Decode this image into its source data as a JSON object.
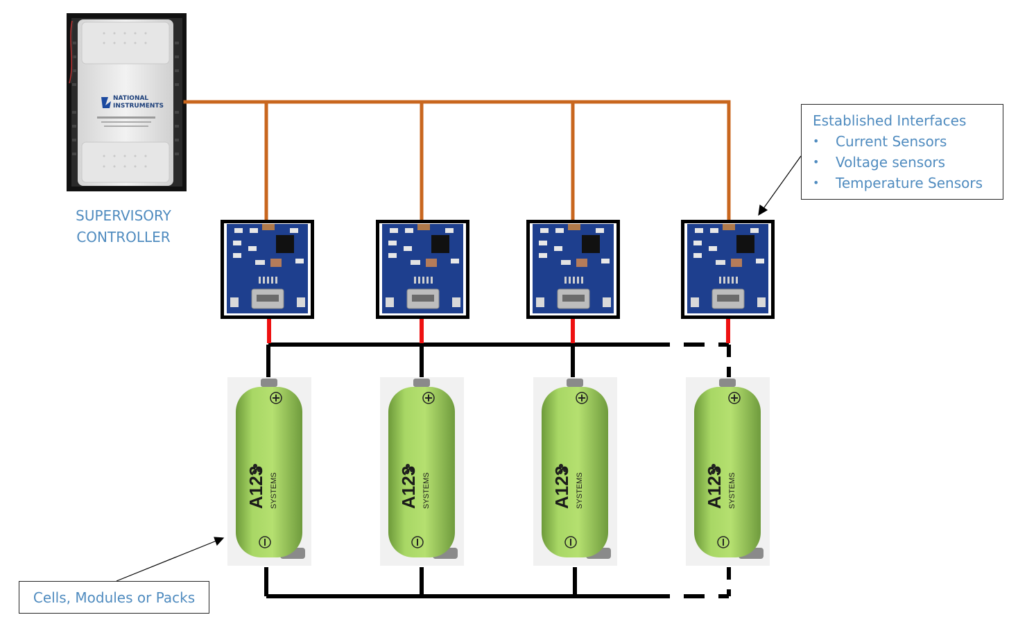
{
  "supervisory_controller": {
    "label_line1": "SUPERVISORY",
    "label_line2": "CONTROLLER",
    "device_brand_line1": "NATIONAL",
    "device_brand_line2": "INSTRUMENTS"
  },
  "interfaces_callout": {
    "title": "Established Interfaces",
    "items": [
      "Current Sensors",
      "Voltage sensors",
      "Temperature Sensors"
    ]
  },
  "cells_callout": {
    "label": "Cells, Modules or Packs"
  },
  "battery": {
    "brand": "A123",
    "subtitle": "SYSTEMS"
  },
  "colors": {
    "label_blue": "#4f8bbf",
    "comm_line": "#c8661e",
    "power_red": "#ee1111",
    "bus_black": "#000000",
    "board_blue": "#1e3f8e",
    "cell_green": "#9ccc55"
  }
}
